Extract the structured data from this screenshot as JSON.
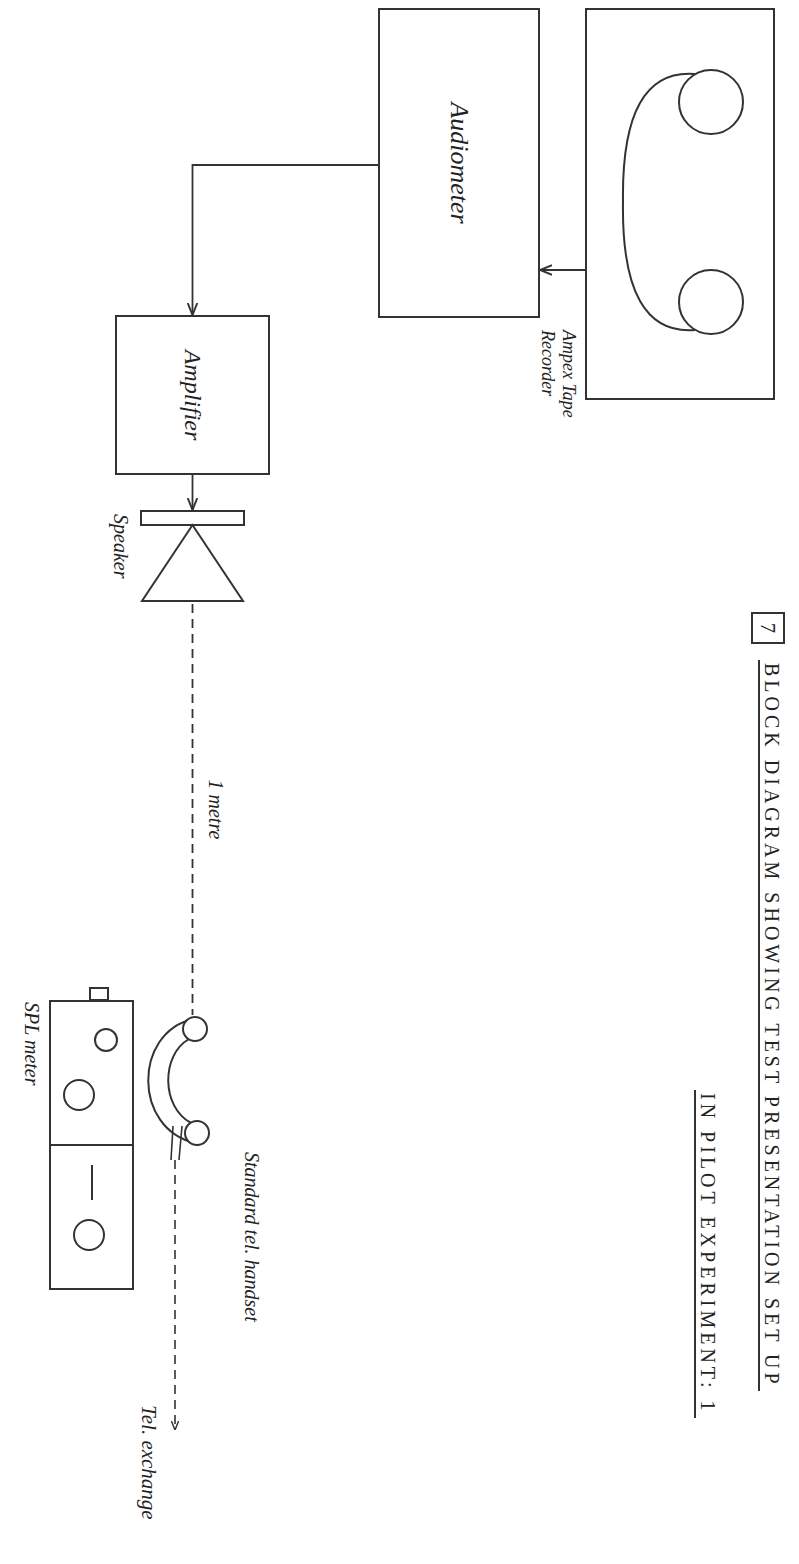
{
  "diagram": {
    "title": "BLOCK DIAGRAM SHOWING TEST PRESENTATION SET UP",
    "nodes": [
      {
        "text": [
          "7"
        ]
      },
      {
        "text": [
          "Ampex Tape Recorder"
        ]
      },
      {
        "text": [
          "Audiometer"
        ]
      },
      {
        "text": [
          "Amplifier"
        ]
      },
      {
        "text": [
          "Speaker"
        ]
      },
      {
        "text": [
          "Standard tel. handset"
        ]
      },
      {
        "text": [
          "SPL meter"
        ]
      }
    ],
    "edges": [
      {
        "from": 1,
        "to": 2,
        "arrow": "to"
      },
      {
        "from": 2,
        "to": 3,
        "arrow": "to"
      },
      {
        "from": 3,
        "to": 4,
        "arrow": "to"
      },
      {
        "from": 4,
        "to": 5,
        "arrow": "none",
        "label": "1 metre"
      }
    ],
    "labels": [
      "IN PILOT EXPERIMENT: 1",
      "Tel. exchange"
    ]
  }
}
